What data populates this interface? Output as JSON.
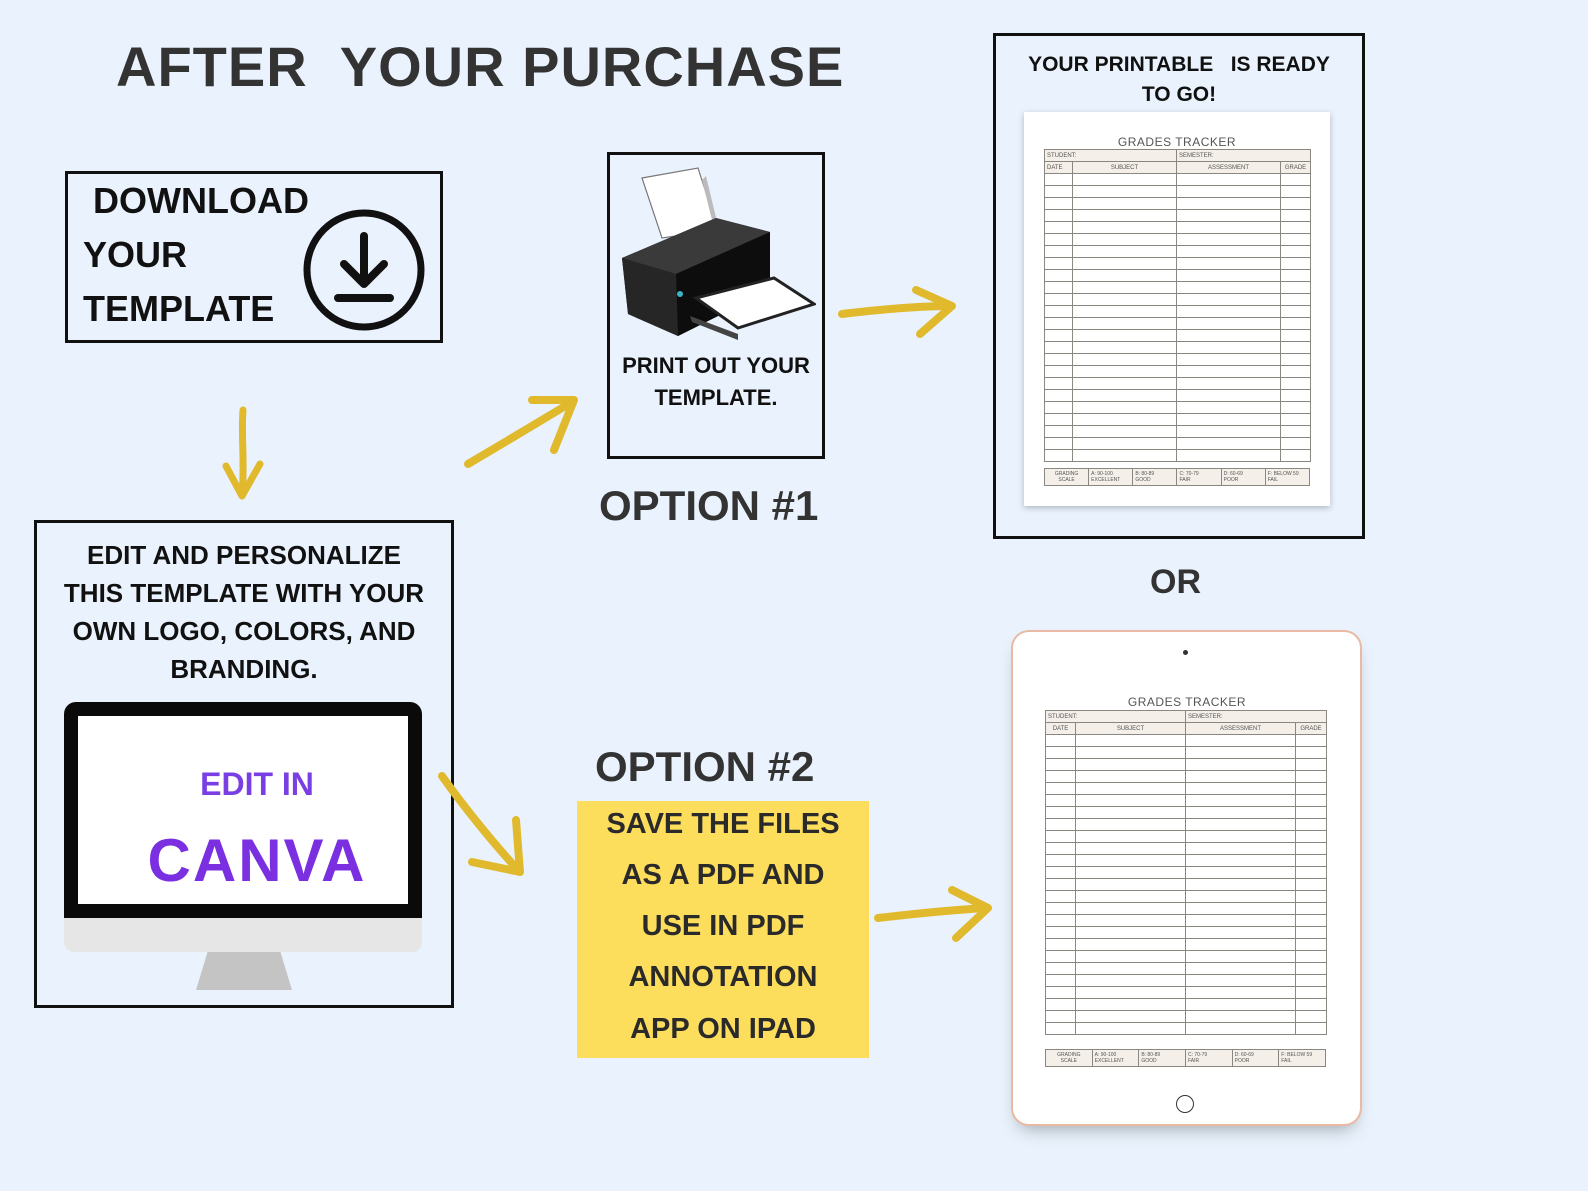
{
  "heading": "AFTER  YOUR PURCHASE",
  "download": {
    "lines": [
      "DOWNLOAD",
      "YOUR",
      "TEMPLATE"
    ],
    "icon": "download-icon"
  },
  "edit": {
    "lines": [
      "EDIT AND PERSONALIZE",
      "THIS TEMPLATE WITH YOUR",
      "OWN LOGO, COLORS, AND",
      "BRANDING."
    ],
    "canva_small": "EDIT IN",
    "canva_big": "CANVA",
    "canva_color": "#7a2fe0"
  },
  "print": {
    "lines": [
      "PRINT OUT YOUR",
      "TEMPLATE."
    ],
    "icon": "printer-icon"
  },
  "option1": "OPTION #1",
  "option2": "OPTION #2",
  "or": "OR",
  "ready": {
    "lines": [
      "YOUR PRINTABLE   IS READY",
      "TO GO!"
    ]
  },
  "save": {
    "lines": [
      "SAVE THE FILES",
      "AS A PDF AND",
      "USE IN PDF",
      "ANNOTATION",
      "APP ON IPAD"
    ],
    "bg_color": "#fddd5c"
  },
  "tracker": {
    "title": "GRADES TRACKER",
    "student": "STUDENT:",
    "semester": "SEMESTER:",
    "columns": [
      "DATE",
      "SUBJECT",
      "ASSESSMENT",
      "GRADE"
    ],
    "scale": [
      [
        "GRADING",
        "SCALE"
      ],
      [
        "A: 90-100",
        "EXCELLENT"
      ],
      [
        "B: 80-89",
        "GOOD"
      ],
      [
        "C: 70-79",
        "FAIR"
      ],
      [
        "D: 60-69",
        "POOR"
      ],
      [
        "F: BELOW 59",
        "FAIL"
      ]
    ]
  },
  "arrow_color": "#e0b92c",
  "background_color": "#eaf3fd"
}
